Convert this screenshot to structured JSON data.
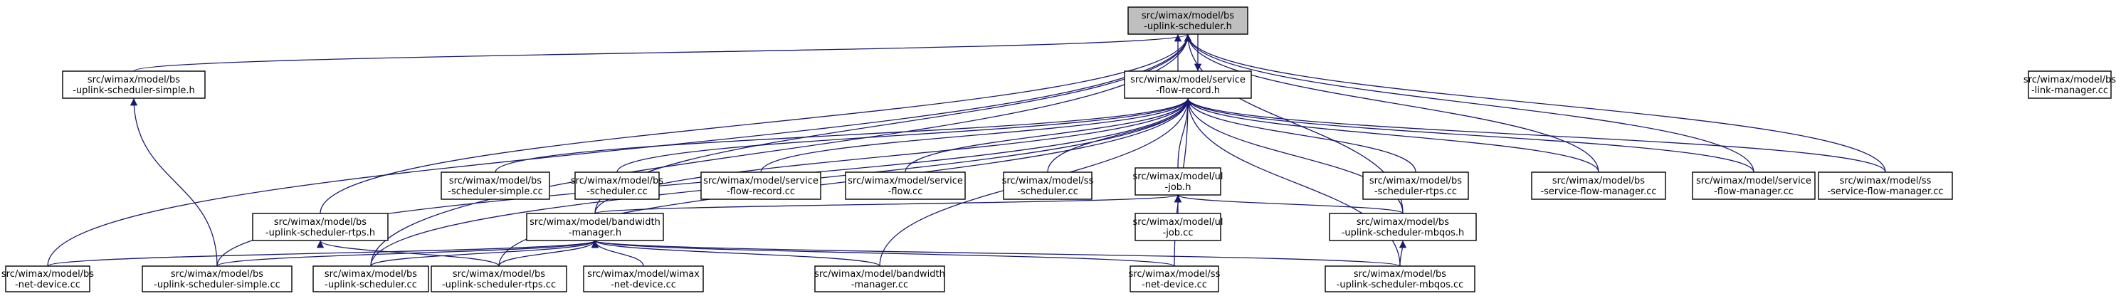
{
  "graph": {
    "edge_color": "#191970",
    "root_fill": "#bfbfbf",
    "nodes": [
      {
        "id": "root",
        "lines": [
          "src/wimax/model/bs",
          "-uplink-scheduler.h"
        ],
        "root": true
      },
      {
        "id": "sfr",
        "lines": [
          "src/wimax/model/service",
          "-flow-record.h"
        ]
      },
      {
        "id": "linkmgr",
        "lines": [
          "src/wimax/model/bs",
          "-link-manager.cc"
        ]
      },
      {
        "id": "ussimple_h",
        "lines": [
          "src/wimax/model/bs",
          "-uplink-scheduler-simple.h"
        ]
      },
      {
        "id": "bs_sched_simple",
        "lines": [
          "src/wimax/model/bs",
          "-scheduler-simple.cc"
        ]
      },
      {
        "id": "bs_sched",
        "lines": [
          "src/wimax/model/bs",
          "-scheduler.cc"
        ]
      },
      {
        "id": "sfr_cc",
        "lines": [
          "src/wimax/model/service",
          "-flow-record.cc"
        ]
      },
      {
        "id": "sf_cc",
        "lines": [
          "src/wimax/model/service",
          "-flow.cc"
        ]
      },
      {
        "id": "ss_sched",
        "lines": [
          "src/wimax/model/ss",
          "-scheduler.cc"
        ]
      },
      {
        "id": "ul_job_h",
        "lines": [
          "src/wimax/model/ul",
          "-job.h"
        ]
      },
      {
        "id": "bs_sched_rtps",
        "lines": [
          "src/wimax/model/bs",
          "-scheduler-rtps.cc"
        ]
      },
      {
        "id": "bs_sfm",
        "lines": [
          "src/wimax/model/bs",
          "-service-flow-manager.cc"
        ]
      },
      {
        "id": "sfm",
        "lines": [
          "src/wimax/model/service",
          "-flow-manager.cc"
        ]
      },
      {
        "id": "ss_sfm",
        "lines": [
          "src/wimax/model/ss",
          "-service-flow-manager.cc"
        ]
      },
      {
        "id": "usrtps_h",
        "lines": [
          "src/wimax/model/bs",
          "-uplink-scheduler-rtps.h"
        ]
      },
      {
        "id": "bwmgr_h",
        "lines": [
          "src/wimax/model/bandwidth",
          "-manager.h"
        ]
      },
      {
        "id": "ul_job_cc",
        "lines": [
          "src/wimax/model/ul",
          "-job.cc"
        ]
      },
      {
        "id": "usmbqos_h",
        "lines": [
          "src/wimax/model/bs",
          "-uplink-scheduler-mbqos.h"
        ]
      },
      {
        "id": "bs_netdev",
        "lines": [
          "src/wimax/model/bs",
          "-net-device.cc"
        ]
      },
      {
        "id": "ussimple_cc",
        "lines": [
          "src/wimax/model/bs",
          "-uplink-scheduler-simple.cc"
        ]
      },
      {
        "id": "us_cc",
        "lines": [
          "src/wimax/model/bs",
          "-uplink-scheduler.cc"
        ]
      },
      {
        "id": "usrtps_cc",
        "lines": [
          "src/wimax/model/bs",
          "-uplink-scheduler-rtps.cc"
        ]
      },
      {
        "id": "wimax_netdev",
        "lines": [
          "src/wimax/model/wimax",
          "-net-device.cc"
        ]
      },
      {
        "id": "bwmgr_cc",
        "lines": [
          "src/wimax/model/bandwidth",
          "-manager.cc"
        ]
      },
      {
        "id": "ss_netdev",
        "lines": [
          "src/wimax/model/ss",
          "-net-device.cc"
        ]
      },
      {
        "id": "usmbqos_cc",
        "lines": [
          "src/wimax/model/bs",
          "-uplink-scheduler-mbqos.cc"
        ]
      }
    ],
    "edges": [
      [
        "sfr",
        "root"
      ],
      [
        "root",
        "sfr"
      ],
      [
        "ussimple_h",
        "root"
      ],
      [
        "usrtps_h",
        "root"
      ],
      [
        "bwmgr_h",
        "root"
      ],
      [
        "bs_netdev",
        "root"
      ],
      [
        "us_cc",
        "root"
      ],
      [
        "usmbqos_h",
        "root"
      ],
      [
        "bs_sfm",
        "root"
      ],
      [
        "sfm",
        "root"
      ],
      [
        "ss_sfm",
        "root"
      ],
      [
        "bs_sched_simple",
        "sfr"
      ],
      [
        "bs_sched",
        "sfr"
      ],
      [
        "sfr_cc",
        "sfr"
      ],
      [
        "sf_cc",
        "sfr"
      ],
      [
        "ss_sched",
        "sfr"
      ],
      [
        "ul_job_h",
        "sfr"
      ],
      [
        "bs_sched_rtps",
        "sfr"
      ],
      [
        "bs_sfm",
        "sfr"
      ],
      [
        "sfm",
        "sfr"
      ],
      [
        "ss_sfm",
        "sfr"
      ],
      [
        "usmbqos_h",
        "sfr"
      ],
      [
        "bwmgr_h",
        "sfr"
      ],
      [
        "ussimple_cc",
        "sfr"
      ],
      [
        "us_cc",
        "sfr"
      ],
      [
        "usrtps_cc",
        "sfr"
      ],
      [
        "bwmgr_cc",
        "sfr"
      ],
      [
        "ss_netdev",
        "sfr"
      ],
      [
        "usmbqos_cc",
        "sfr"
      ],
      [
        "ul_job_cc",
        "ul_job_h"
      ],
      [
        "bwmgr_h",
        "ul_job_h"
      ],
      [
        "usmbqos_h",
        "ul_job_h"
      ],
      [
        "ussimple_cc",
        "ussimple_h"
      ],
      [
        "usrtps_cc",
        "usrtps_h"
      ],
      [
        "bs_netdev",
        "bwmgr_h"
      ],
      [
        "ussimple_cc",
        "bwmgr_h"
      ],
      [
        "us_cc",
        "bwmgr_h"
      ],
      [
        "usrtps_cc",
        "bwmgr_h"
      ],
      [
        "wimax_netdev",
        "bwmgr_h"
      ],
      [
        "bwmgr_cc",
        "bwmgr_h"
      ],
      [
        "ss_netdev",
        "bwmgr_h"
      ],
      [
        "usmbqos_cc",
        "bwmgr_h"
      ],
      [
        "usmbqos_cc",
        "usmbqos_h"
      ]
    ]
  }
}
